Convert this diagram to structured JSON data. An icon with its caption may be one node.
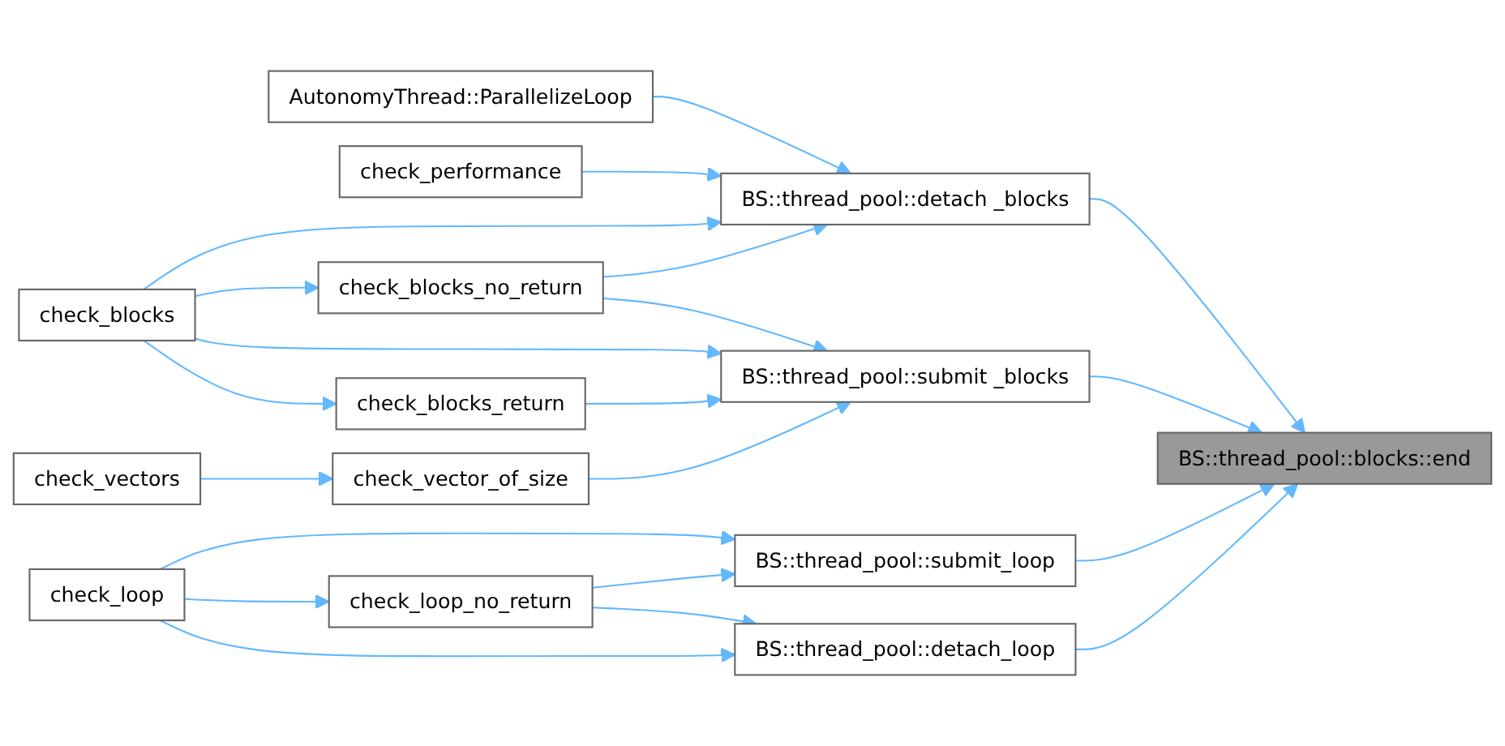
{
  "diagram": {
    "nodes": [
      {
        "text": [
          "AutonomyThread::ParallelizeLoop"
        ]
      },
      {
        "text": [
          "check_performance"
        ]
      },
      {
        "text": [
          "BS::thread_pool::detach _blocks"
        ]
      },
      {
        "text": [
          "check_blocks"
        ]
      },
      {
        "text": [
          "check_blocks_no_return"
        ]
      },
      {
        "text": [
          "BS::thread_pool::submit _blocks"
        ]
      },
      {
        "text": [
          "check_blocks_return"
        ]
      },
      {
        "text": [
          "check_vectors"
        ]
      },
      {
        "text": [
          "check_vector_of_size"
        ]
      },
      {
        "text": [
          "BS::thread_pool::blocks::end"
        ]
      },
      {
        "text": [
          "BS::thread_pool::submit_loop"
        ]
      },
      {
        "text": [
          "check_loop"
        ]
      },
      {
        "text": [
          "check_loop_no_return"
        ]
      },
      {
        "text": [
          "BS::thread_pool::detach_loop"
        ]
      }
    ],
    "edges": [
      {
        "from": 0,
        "to": 2,
        "arrow": "to"
      },
      {
        "from": 1,
        "to": 2,
        "arrow": "to"
      },
      {
        "from": 3,
        "to": 2,
        "arrow": "to"
      },
      {
        "from": 4,
        "to": 2,
        "arrow": "to"
      },
      {
        "from": 3,
        "to": 4,
        "arrow": "to"
      },
      {
        "from": 4,
        "to": 5,
        "arrow": "to"
      },
      {
        "from": 3,
        "to": 5,
        "arrow": "to"
      },
      {
        "from": 3,
        "to": 6,
        "arrow": "to"
      },
      {
        "from": 6,
        "to": 5,
        "arrow": "to"
      },
      {
        "from": 8,
        "to": 5,
        "arrow": "to"
      },
      {
        "from": 7,
        "to": 8,
        "arrow": "to"
      },
      {
        "from": 2,
        "to": 9,
        "arrow": "to"
      },
      {
        "from": 5,
        "to": 9,
        "arrow": "to"
      },
      {
        "from": 10,
        "to": 9,
        "arrow": "to"
      },
      {
        "from": 13,
        "to": 9,
        "arrow": "to"
      },
      {
        "from": 11,
        "to": 10,
        "arrow": "to"
      },
      {
        "from": 12,
        "to": 10,
        "arrow": "to"
      },
      {
        "from": 11,
        "to": 12,
        "arrow": "to"
      },
      {
        "from": 12,
        "to": 13,
        "arrow": "to"
      },
      {
        "from": 11,
        "to": 13,
        "arrow": "to"
      }
    ]
  }
}
